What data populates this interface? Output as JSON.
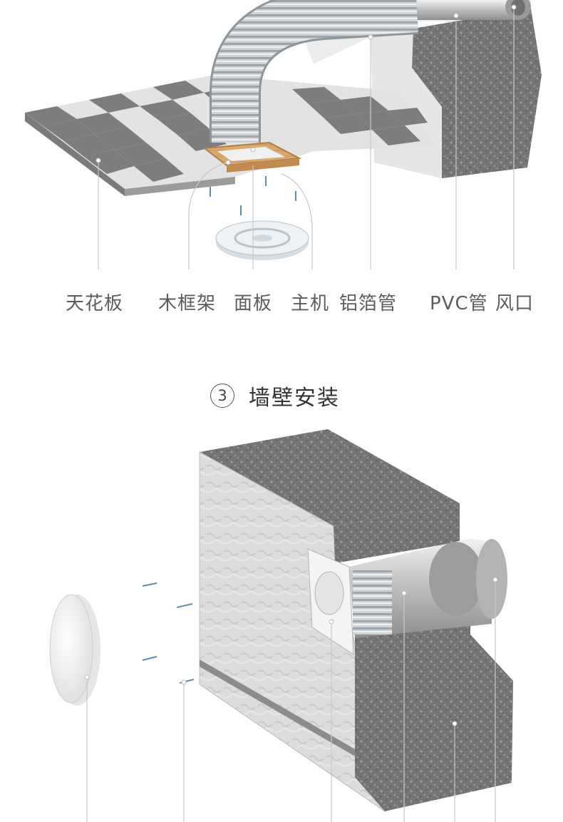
{
  "ceiling_labels": {
    "ceiling": "天花板",
    "wood_frame": "木框架",
    "panel": "面板",
    "main_unit": "主机",
    "aluminum_duct": "铝箔管",
    "pvc_pipe": "PVC管",
    "air_vent": "风口"
  },
  "section3": {
    "number": "3",
    "title": "墙壁安装"
  }
}
